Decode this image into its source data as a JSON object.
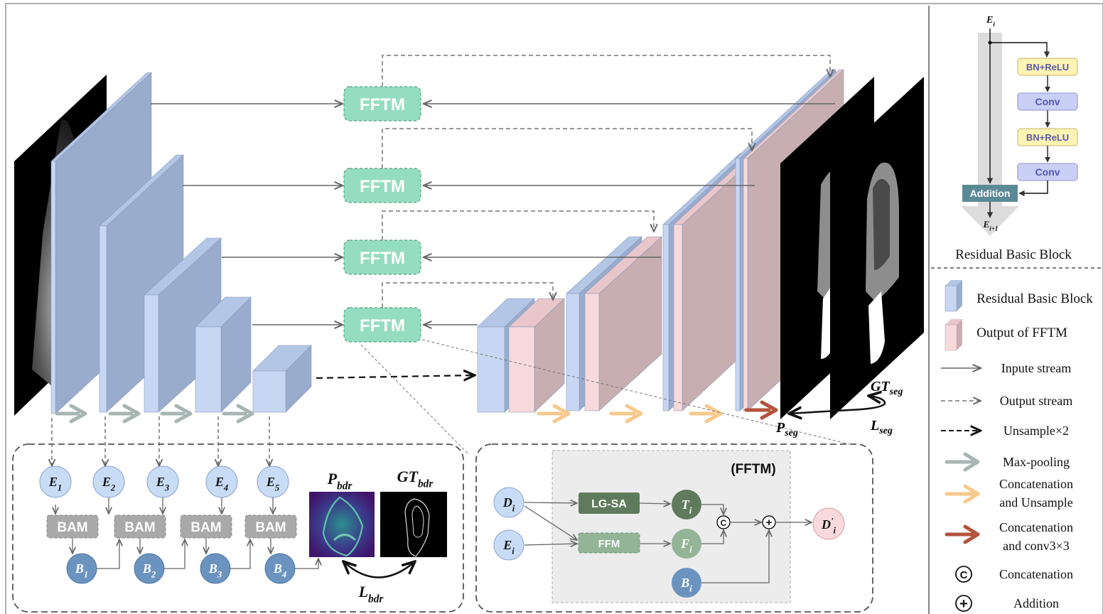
{
  "fftm_label": "FFTM",
  "bam_label": "BAM",
  "encoders": [
    "E",
    "E",
    "E",
    "E",
    "E"
  ],
  "encoder_subs": [
    "1",
    "2",
    "3",
    "4",
    "5"
  ],
  "bams": [
    "B",
    "B",
    "B",
    "B"
  ],
  "bam_subs": [
    "1",
    "2",
    "3",
    "4"
  ],
  "boundary": {
    "p_main": "P",
    "p_sub": "bdr",
    "gt_main": "GT",
    "gt_sub": "bdr",
    "loss_main": "L",
    "loss_sub": "bdr"
  },
  "seg": {
    "p_main": "P",
    "p_sub": "seg",
    "gt_main": "GT",
    "gt_sub": "seg",
    "loss_main": "L",
    "loss_sub": "seg"
  },
  "fftm_detail": {
    "title": "(FFTM)",
    "d_main": "D",
    "e_main": "E",
    "t_main": "T",
    "f_main": "F",
    "b_main": "B",
    "out_main": "D",
    "sub": "i",
    "out_prime": "'",
    "lgsa": "LG-SA",
    "ffm": "FFM",
    "concat_symbol": "C",
    "add_symbol": "+"
  },
  "residual_block": {
    "input_main": "E",
    "input_sub": "i",
    "output_main": "E",
    "output_sub": "i+1",
    "steps": [
      "BN+ReLU",
      "Conv",
      "BN+ReLU",
      "Conv"
    ],
    "addition": "Addition",
    "caption": "Residual Basic Block"
  },
  "legend": [
    {
      "label": "Residual Basic Block"
    },
    {
      "label": "Output of FFTM"
    },
    {
      "label": "Inpute stream"
    },
    {
      "label": "Output stream"
    },
    {
      "label": "Unsample×2"
    },
    {
      "label": "Max-pooling"
    },
    {
      "label": "Concatenation",
      "label2": "and Unsample"
    },
    {
      "label": "Concatenation",
      "label2": "and conv3×3"
    },
    {
      "label": "Concatenation"
    },
    {
      "label": "Addition"
    }
  ],
  "colors": {
    "blue_block": "#9aacce",
    "blue_face": "#c7d7f3",
    "pink_block": "#c8aeb0",
    "pink_face": "#f8d9dc",
    "fftm": "#95ddc0",
    "bam": "#a9a9a9",
    "node": "#c9dcf5",
    "bnode": "#6b93bf",
    "green_dark": "#5f7a5c",
    "green_mid": "#93b496",
    "max_pool": "#a7b6b2",
    "concat_up": "#f7c98c",
    "concat_conv": "#b5523c"
  }
}
